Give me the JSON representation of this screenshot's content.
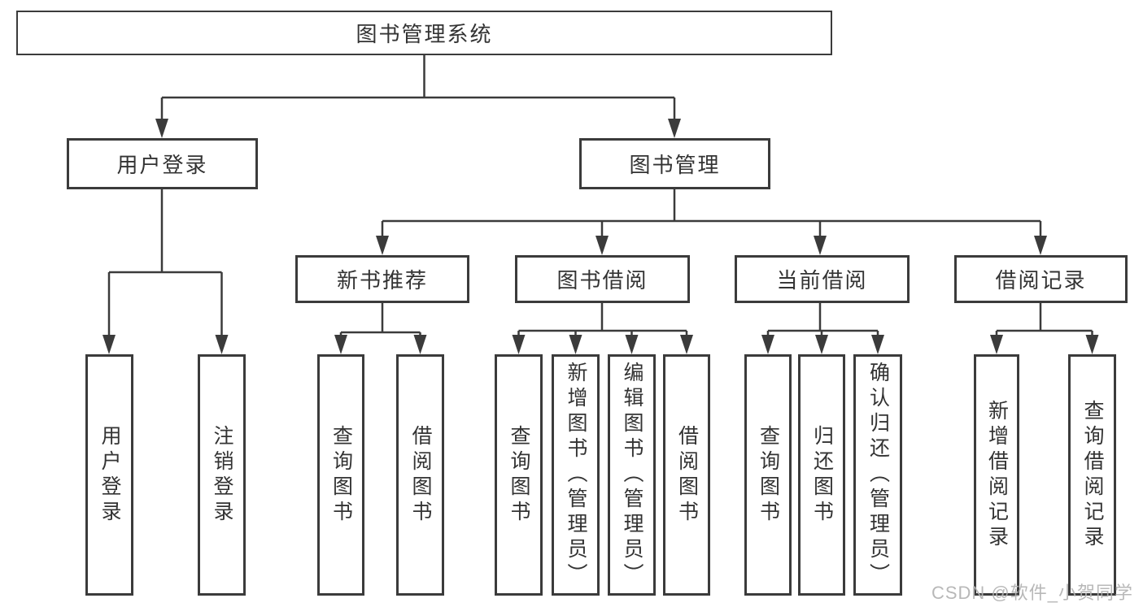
{
  "tree": {
    "label": "图书管理系统",
    "children": [
      {
        "label": "用户登录",
        "children": [
          {
            "label": "用户登录"
          },
          {
            "label": "注销登录"
          }
        ]
      },
      {
        "label": "图书管理",
        "children": [
          {
            "label": "新书推荐",
            "children": [
              {
                "label": "查询图书"
              },
              {
                "label": "借阅图书"
              }
            ]
          },
          {
            "label": "图书借阅",
            "children": [
              {
                "label": "查询图书"
              },
              {
                "label": "新增图书（管理员）"
              },
              {
                "label": "编辑图书（管理员）"
              },
              {
                "label": "借阅图书"
              }
            ]
          },
          {
            "label": "当前借阅",
            "children": [
              {
                "label": "查询图书"
              },
              {
                "label": "归还图书"
              },
              {
                "label": "确认归还（管理员）"
              }
            ]
          },
          {
            "label": "借阅记录",
            "children": [
              {
                "label": "新增借阅记录"
              },
              {
                "label": "查询借阅记录"
              }
            ]
          }
        ]
      }
    ]
  },
  "watermark": {
    "text": "CSDN @软件_小贺同学"
  },
  "colors": {
    "line": "#3b3b3b",
    "box_border": "#3b3b3b",
    "text": "#333333",
    "watermark": "#b2b2b2",
    "background": "#ffffff"
  }
}
